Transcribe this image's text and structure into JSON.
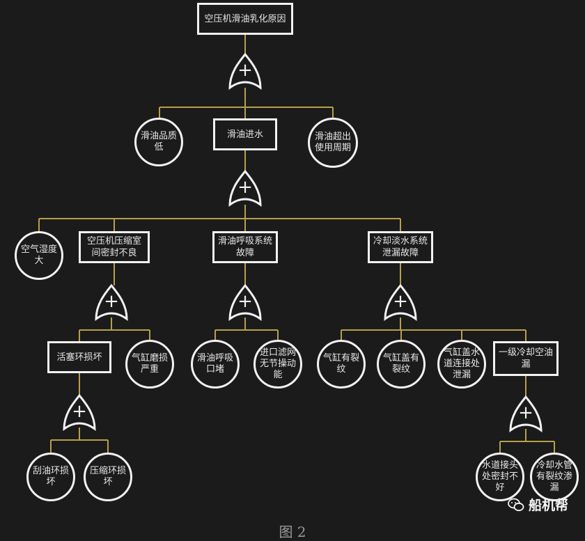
{
  "top_event": "空压机滑油乳化原因",
  "level1": {
    "left": "滑油品质\n低",
    "middle": "滑油进水",
    "right": "滑油超出\n使用周期"
  },
  "level2": {
    "humidity": "空气湿度\n大",
    "compressor_seal": "空压机压缩室\n间密封不良",
    "breather_fault": "滑油呼吸系统\n故障",
    "cooling_leak": "冷却淡水系统\n泄漏故障"
  },
  "level3": {
    "piston_damage": "活塞环损坏",
    "cylinder_wear": "气缸磨损\n严重",
    "breather_blocked": "滑油呼吸\n口堵",
    "inlet_filter": "进口滤网\n无节操动\n能",
    "cylinder_crack": "气缸有裂\n纹",
    "cover_crack": "气缸盖有\n裂纹",
    "water_channel": "气缸盖水\n道连接处\n泄漏",
    "cooler_leak": "一级冷却空油\n漏"
  },
  "level4": {
    "oil_ring": "刮油环损\n坏",
    "compression_ring": "压缩环损\n坏",
    "water_joint": "水道接头\n处密封不\n好",
    "cooler_crack": "冷却水管\n有裂纹渗\n漏"
  },
  "gate_symbol": "+",
  "caption": "图 2",
  "watermark": "船机帮",
  "colors": {
    "connector": "#b8a04a",
    "node_border": "#f2f2f2",
    "background": "#1b1b1b"
  }
}
